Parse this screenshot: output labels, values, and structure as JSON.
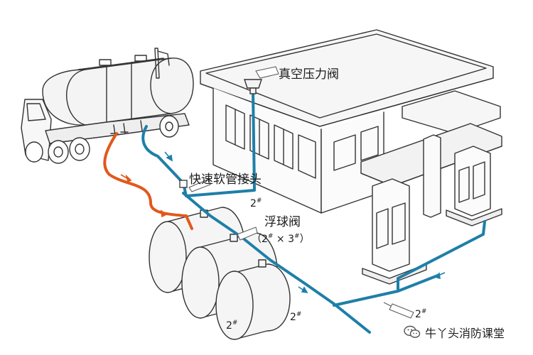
{
  "labels": {
    "vacuum_valve": "真空压力阀",
    "quick_coupling": "快速软管接头",
    "float_valve": "浮球阀",
    "float_valve_spec": "（2",
    "float_valve_spec_mid": " × 3",
    "float_valve_spec_end": "）",
    "hash": "#",
    "pipe_2": "2",
    "tank_2": "2",
    "bottom_2": "2",
    "right_2": "2"
  },
  "watermark": {
    "text": "牛丫头消防课堂",
    "icon": "wechat-icon"
  },
  "colors": {
    "vapor_pipe": "#1e7fa8",
    "fuel_pipe": "#e2581c",
    "arrow": "#e2581c",
    "line": "#333333"
  }
}
